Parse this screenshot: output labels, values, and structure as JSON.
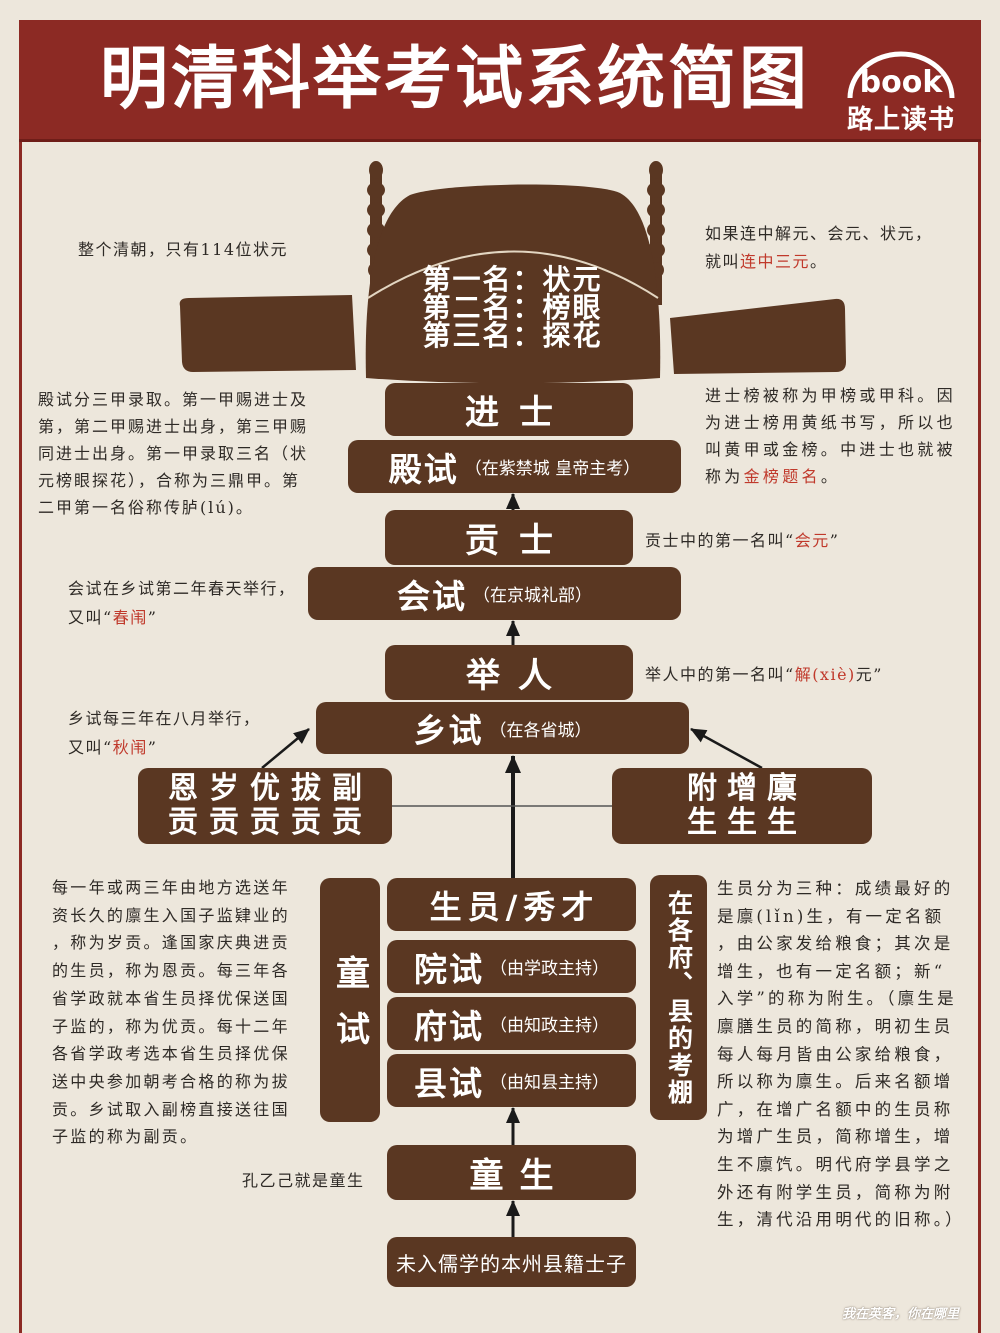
{
  "title": "明清科举考试系统简图",
  "logo": {
    "word": "book",
    "name": "路上读书"
  },
  "colors": {
    "banner": "#8c2a24",
    "box": "#5a3722",
    "highlight": "#c0392b",
    "background": "#ede7dc",
    "arrow": "#1a1a1a"
  },
  "top_ranks": [
    "第一名：状元",
    "第二名：榜眼",
    "第三名：探花"
  ],
  "notes": {
    "qing_zhuangyuan": "整个清朝，只有114位状元",
    "lianzhong": {
      "line1": "如果连中解元、会元、状元，",
      "pre": "就叫",
      "hl": "连中三元",
      "post": "。"
    },
    "dianshi": "殿试分三甲录取。第一甲赐进士及第，第二甲赐进士出身，第三甲赐同进士出身。第一甲录取三名（状元榜眼探花），合称为三鼎甲。第二甲第一名俗称传胪(lú)。",
    "jinshi": {
      "pre": "进士榜被称为甲榜或甲科。因为进士榜用黄纸书写，所以也叫黄甲或金榜。中进士也就被称为",
      "hl": "金榜题名",
      "post": "。"
    },
    "gongshi": {
      "pre": "贡士中的第一名叫“",
      "hl": "会元",
      "post": "”"
    },
    "huishi": {
      "line1": "会试在乡试第二年春天举行，",
      "pre": "又叫“",
      "hl": "春闱",
      "post": "”"
    },
    "juren": {
      "pre": "举人中的第一名叫“",
      "hl": "解(xiè)",
      "post": "元”"
    },
    "xiangshi": {
      "line1": "乡试每三年在八月举行，",
      "pre": "又叫“",
      "hl": "秋闱",
      "post": "”"
    },
    "gong": "每一年或两三年由地方选送年资长久的廪生入国子监肄业的，称为岁贡。逢国家庆典进贡的生员，称为恩贡。每三年各省学政就本省生员择优保送国子监的，称为优贡。每十二年各省学政考选本省生员择优保送中央参加朝考合格的称为拔贡。乡试取入副榜直接送往国子监的称为副贡。",
    "kongyiji": "孔乙己就是童生",
    "shengyuan": "生员分为三种：成绩最好的是廪(lǐn)生，有一定名额，由公家发给粮食；其次是增生，也有一定名额；新“入学”的称为附生。（廪生是廪膳生员的简称，明初生员每人每月皆由公家给粮食，所以称为廪生。后来名额增广，在增广名额中的生员称为增广生员，简称增生，增生不廪饩。明代府学县学之外还有附学生员，简称为附生，清代沿用明代的旧称。）"
  },
  "boxes": {
    "jinshi": "进士",
    "dianshi": {
      "main": "殿试",
      "sub": "（在紫禁城 皇帝主考）"
    },
    "gongshi": "贡士",
    "huishi": {
      "main": "会试",
      "sub": "（在京城礼部）"
    },
    "juren": "举人",
    "xiangshi": {
      "main": "乡试",
      "sub": "（在各省城）"
    },
    "gong_types": {
      "line1": "恩岁优拔副",
      "line2": "贡贡贡贡贡"
    },
    "sheng_types": {
      "line1": "附增廪",
      "line2": "生生生"
    },
    "shengyuan": "生员/秀才",
    "yuanshi": {
      "main": "院试",
      "sub": "（由学政主持）"
    },
    "fushi": {
      "main": "府试",
      "sub": "（由知政主持）"
    },
    "xianshi": {
      "main": "县试",
      "sub": "（由知县主持）"
    },
    "tongshi": "童试",
    "kaopeng": "在各府、县的考棚",
    "tongsheng": "童生",
    "shizi": "未入儒学的本州县籍士子"
  },
  "watermark": "我在英客，你在哪里"
}
